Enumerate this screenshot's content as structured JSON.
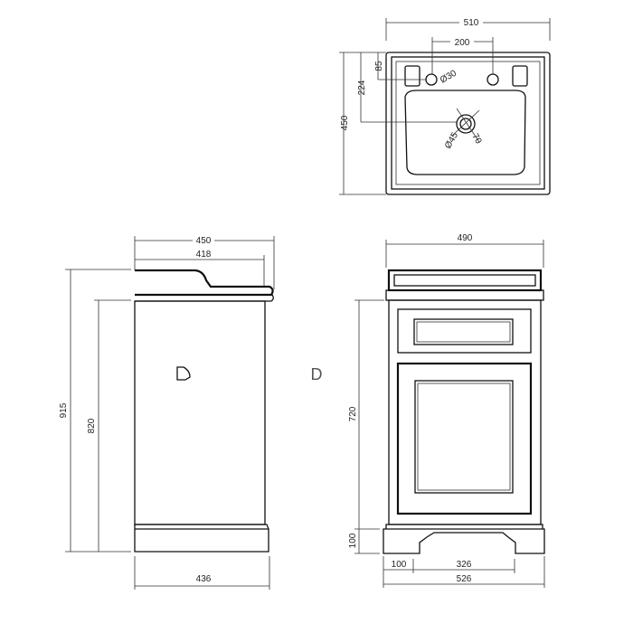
{
  "top_view": {
    "width": "510",
    "tap_spacing": "200",
    "depth": "450",
    "drain_offset": "224",
    "tap_offset": "85",
    "tap_hole": "Ø30",
    "drain_hole": "Ø45",
    "drain_size": "70"
  },
  "side_view": {
    "overall_depth": "450",
    "top_depth": "418",
    "overall_height": "915",
    "body_height": "820",
    "plinth_depth": "436",
    "handle_label": "D"
  },
  "front_view": {
    "width": "490",
    "body_height": "720",
    "plinth_height": "100",
    "plinth_side": "100",
    "plinth_cutout": "326",
    "plinth_width": "526"
  }
}
